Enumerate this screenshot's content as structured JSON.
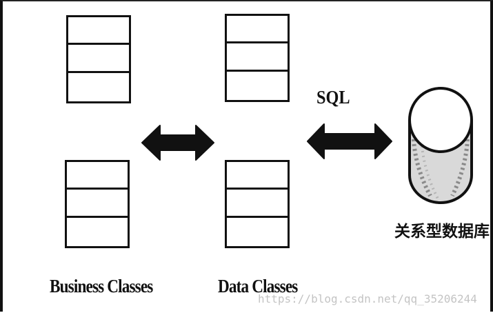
{
  "diagram": {
    "business_label": "Business Classes",
    "data_label": "Data Classes",
    "sql_label": "SQL",
    "database_label": "关系型数据库",
    "watermark": "https://blog.csdn.net/qq_35206244"
  }
}
